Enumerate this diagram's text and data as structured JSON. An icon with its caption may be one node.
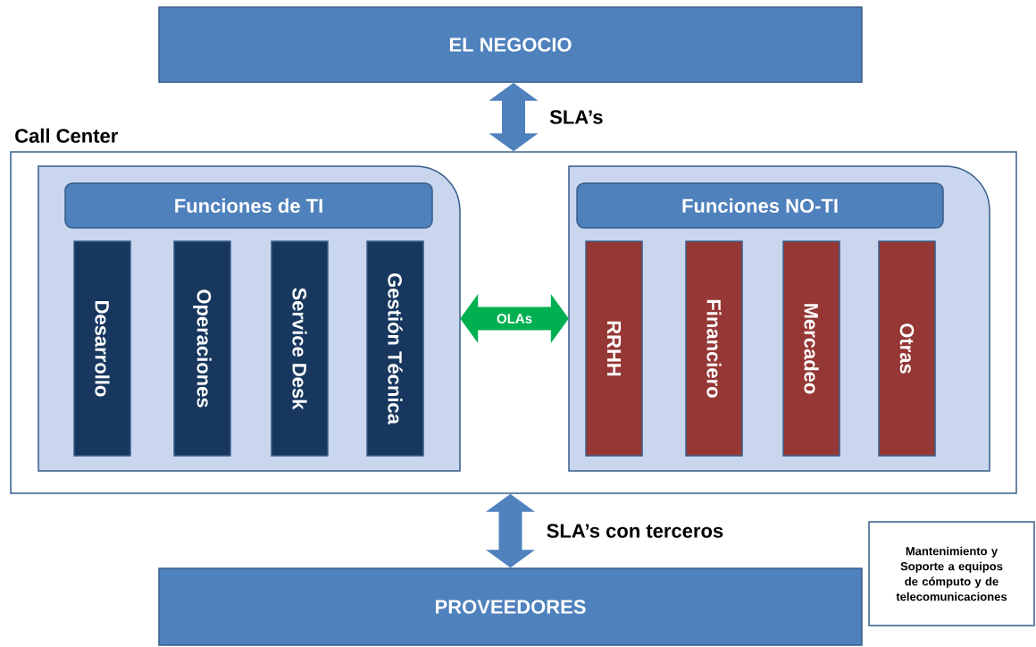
{
  "diagram": {
    "nodes": [
      {
        "text": [
          "EL NEGOCIO"
        ]
      },
      {
        "text": [
          "Call Center"
        ]
      },
      {
        "text": [],
        "shape": "box",
        "in": 1
      },
      {
        "text": [
          "Funciones de TI"
        ],
        "in": 2
      },
      {
        "text": [
          "Desarrollo"
        ],
        "in": 2
      },
      {
        "text": [
          "Operaciones"
        ],
        "in": 2
      },
      {
        "text": [
          "Service Desk"
        ],
        "in": 2
      },
      {
        "text": [
          "Gestión Técnica"
        ],
        "in": 2
      },
      {
        "text": [],
        "shape": "box",
        "in": 1
      },
      {
        "text": [
          "Funciones NO-TI"
        ],
        "in": 8
      },
      {
        "text": [
          "RRHH"
        ],
        "in": 8
      },
      {
        "text": [
          "Financiero"
        ],
        "in": 8
      },
      {
        "text": [
          "Mercadeo"
        ],
        "in": 8
      },
      {
        "text": [
          "Otras"
        ],
        "in": 8
      },
      {
        "text": [
          "PROVEEDORES"
        ]
      },
      {
        "text": [
          "Mantenimiento y Soporte a equipos de cómputo y de telecomunicaciones"
        ]
      }
    ],
    "edges": [
      {
        "from": 0,
        "to": 1,
        "arrow": "both",
        "label": "SLA’s"
      },
      {
        "from": 2,
        "to": 8,
        "arrow": "both",
        "label": "OLAs",
        "color": "#00b050"
      },
      {
        "from": 1,
        "to": 14,
        "arrow": "both",
        "label": "SLA’s con terceros"
      }
    ]
  }
}
